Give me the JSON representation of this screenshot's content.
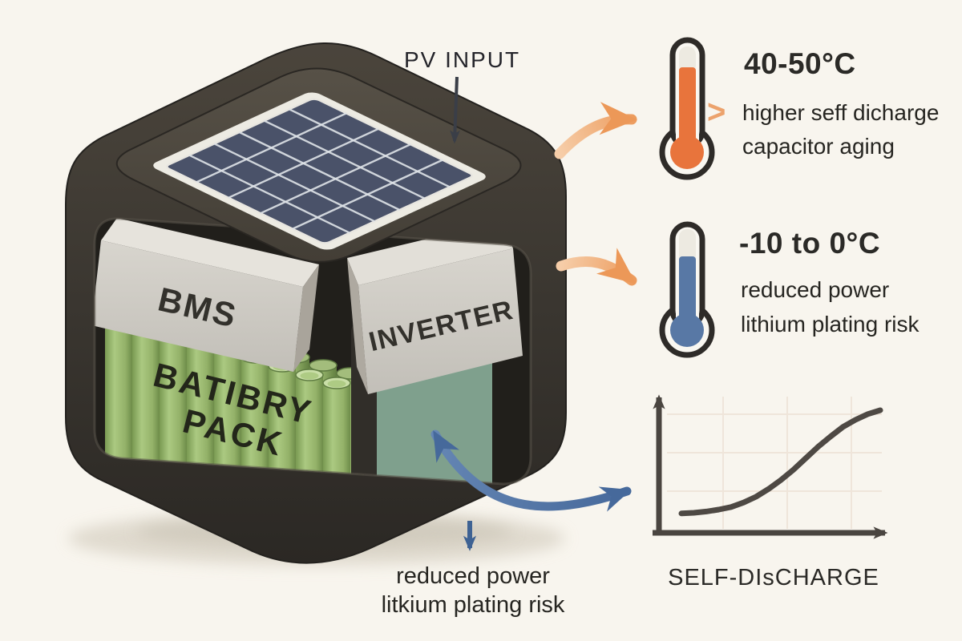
{
  "illustration": {
    "pv_label": "PV INPUT",
    "bms_label": "BMS",
    "inverter_label": "INVERTER",
    "battery_line1": "BATIBRY",
    "battery_line2": "PACK"
  },
  "hot_callout": {
    "chevron": ">",
    "temp": "40-50°C",
    "line1": "higher seff dicharge",
    "line2": "capacitor aging"
  },
  "cold_callout": {
    "temp": "-10 to 0°C",
    "line1": "reduced power",
    "line2": "lithium plating risk"
  },
  "bottom_note": {
    "line1": "reduced power",
    "line2": "litkium plating risk"
  },
  "chart": {
    "caption": "SELF-DIsCHARGE"
  },
  "chart_data": {
    "type": "line",
    "title": "SELF-DIsCHARGE",
    "xlabel": "",
    "ylabel": "",
    "axes_unlabeled": true,
    "grid": true,
    "shape": "sigmoid rising left-to-right",
    "x": [
      0,
      1,
      2,
      3,
      4,
      5,
      6,
      7,
      8,
      9,
      10,
      11,
      12,
      13,
      14,
      15,
      16
    ],
    "y": [
      0.07,
      0.075,
      0.085,
      0.1,
      0.12,
      0.155,
      0.2,
      0.26,
      0.33,
      0.41,
      0.5,
      0.59,
      0.67,
      0.745,
      0.8,
      0.845,
      0.875
    ],
    "xlim": [
      0,
      16
    ],
    "ylim": [
      0,
      1
    ]
  },
  "colors": {
    "hot_accent": "#e8743c",
    "cold_accent": "#5878a5",
    "arrow_orange": "#eca068",
    "arrow_blue": "#4e73a3",
    "battery_green": "#9cbe70",
    "background": "#f8f5ee"
  }
}
